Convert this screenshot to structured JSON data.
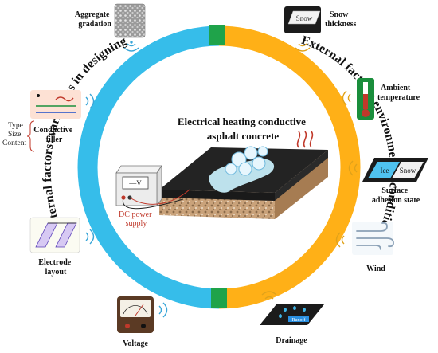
{
  "center_title": [
    "Electrical heating conductive",
    "asphalt concrete"
  ],
  "power_supply": {
    "label": [
      "DC power",
      "supply"
    ],
    "display": "—V"
  },
  "arc_left": "Internal factors: variations in designing",
  "arc_right": "External factors: environmental conditions",
  "left_factors": {
    "aggregate": [
      "Aggregate",
      "gradation"
    ],
    "filler": [
      "Conductive",
      "filler"
    ],
    "filler_types": [
      "Type",
      "Size",
      "Content"
    ],
    "electrode": [
      "Electrode",
      "layout"
    ],
    "voltage": [
      "Voltage"
    ]
  },
  "right_factors": {
    "snow": [
      "Snow",
      "thickness"
    ],
    "snow_tag": "Snow",
    "temperature": [
      "Ambient",
      "temperature"
    ],
    "adhesion": [
      "Surface",
      "adhesion state"
    ],
    "ice_tag": "Ice",
    "snow_tag2": "Snow",
    "wind": [
      "Wind"
    ],
    "drainage": [
      "Drainage"
    ],
    "drainage_tag": "Runoff"
  },
  "colors": {
    "left_ring": "#36bdea",
    "right_ring": "#ffb017",
    "divider": "#1fa34a",
    "wave": "#3aa6d8"
  }
}
